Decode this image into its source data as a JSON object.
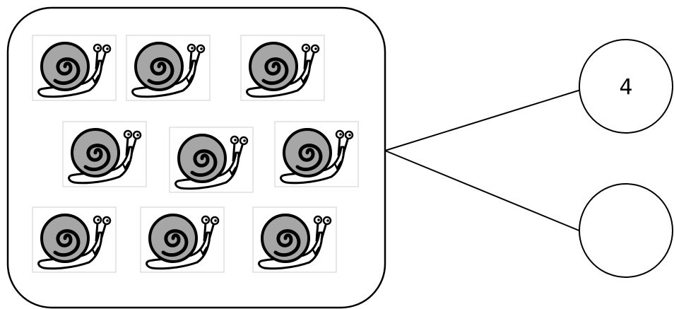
{
  "group": {
    "item_name": "snail",
    "item_count": 9
  },
  "parts": {
    "known_value": "4",
    "unknown_value": ""
  },
  "colors": {
    "stroke": "#000000",
    "shell_fill": "#a6a6a6",
    "body_fill": "#ffffff",
    "card_border": "#cfcfcf",
    "background": "#ffffff"
  }
}
